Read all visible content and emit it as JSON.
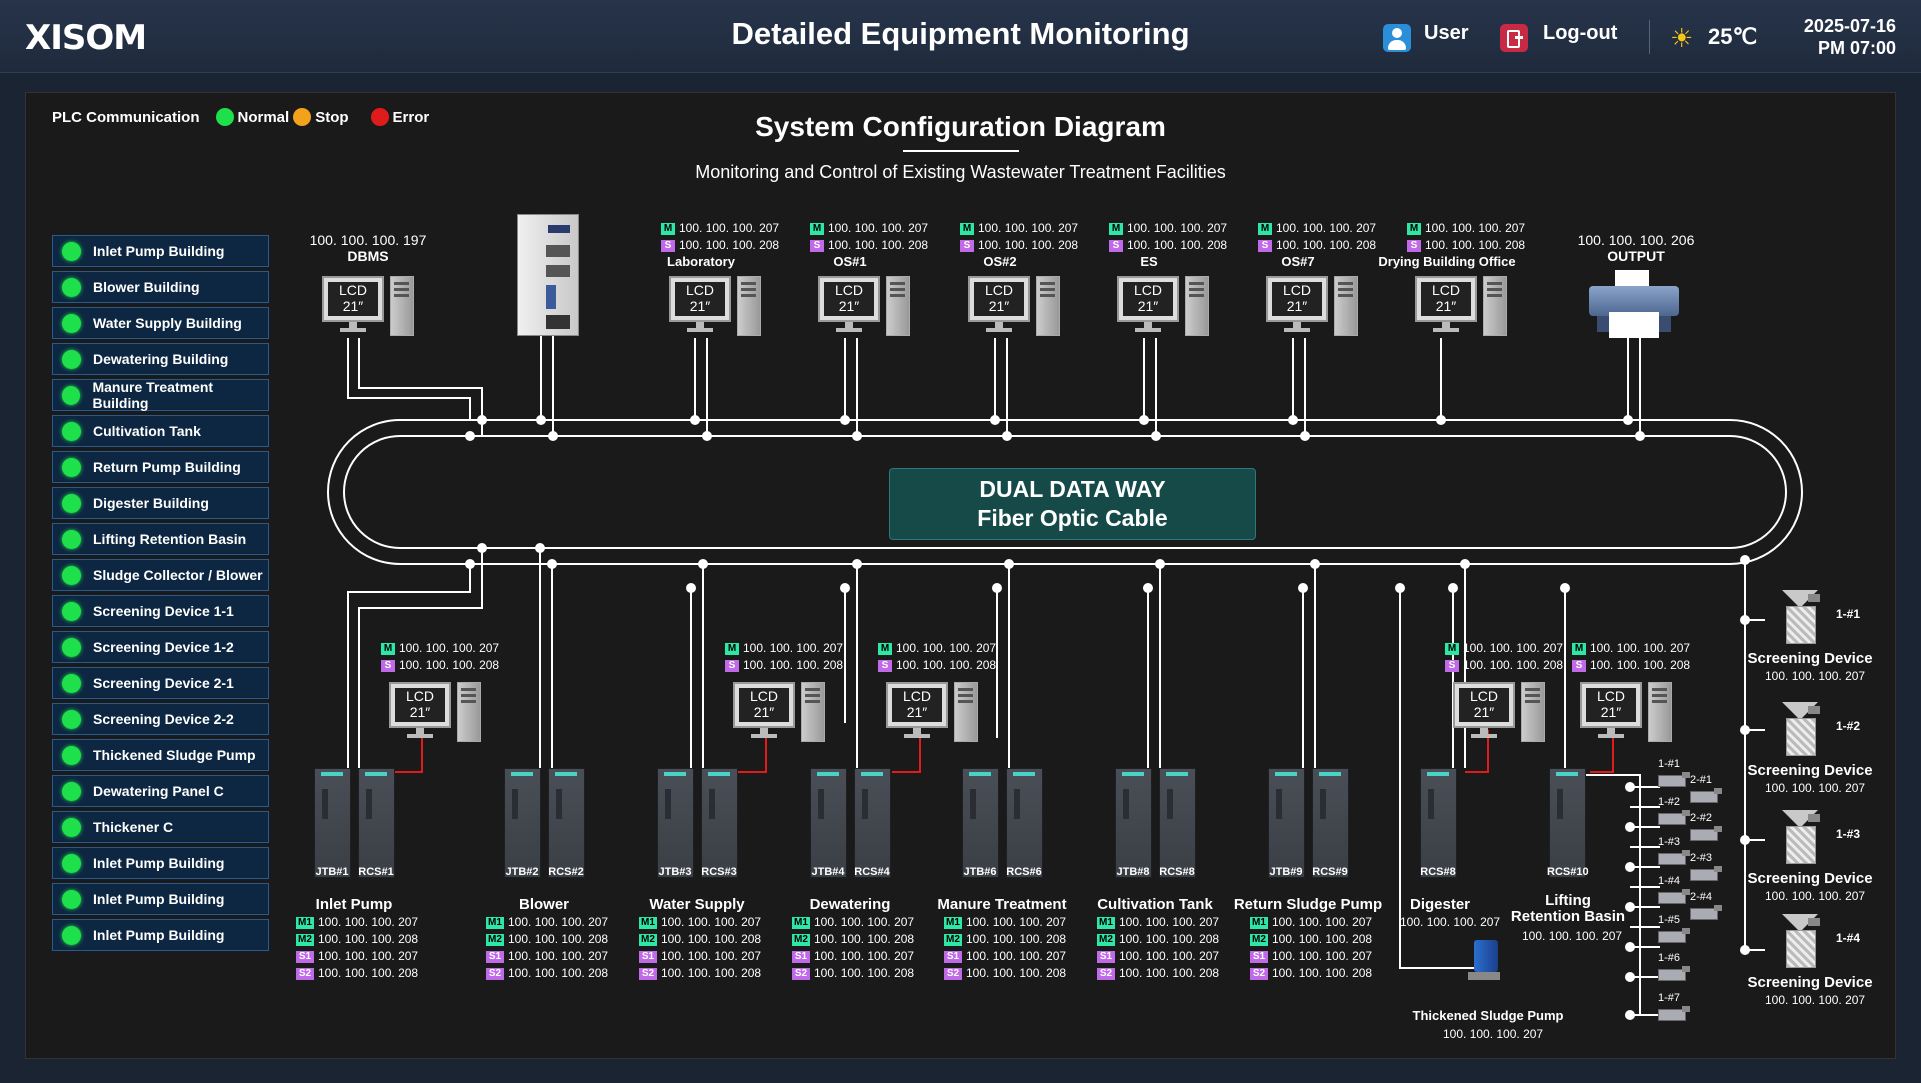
{
  "header": {
    "logo": "XISOM",
    "title": "Detailed Equipment Monitoring",
    "user_label": "User",
    "logout_label": "Log-out",
    "temperature": "25℃",
    "date": "2025-07-16",
    "time": "PM 07:00"
  },
  "legend": {
    "title": "PLC Communication",
    "items": [
      {
        "label": "Normal",
        "color": "#1ee04a"
      },
      {
        "label": "Stop",
        "color": "#f2a31b"
      },
      {
        "label": "Error",
        "color": "#e01b1b"
      }
    ]
  },
  "diagram": {
    "title": "System Configuration Diagram",
    "subtitle": "Monitoring and Control of Existing Wastewater Treatment Facilities",
    "backbone_line1": "DUAL DATA WAY",
    "backbone_line2": "Fiber Optic Cable",
    "lcd_text": "LCD",
    "lcd_size": "21″"
  },
  "sidebar": [
    "Inlet Pump Building",
    "Blower Building",
    "Water Supply Building",
    "Dewatering Building",
    "Manure Treatment Building",
    "Cultivation Tank",
    "Return Pump Building",
    "Digester Building",
    "Lifting Retention Basin",
    "Sludge Collector / Blower",
    "Screening Device 1-1",
    "Screening Device 1-2",
    "Screening Device 2-1",
    "Screening Device 2-2",
    "Thickened Sludge Pump",
    "Dewatering Panel C",
    "Thickener C",
    "Inlet Pump Building",
    "Inlet Pump Building",
    "Inlet Pump Building"
  ],
  "top_nodes": {
    "dbms": {
      "ip": "100. 100. 100. 197",
      "name": "DBMS"
    },
    "output": {
      "ip": "100. 100. 100. 206",
      "name": "OUTPUT"
    },
    "stations": [
      {
        "name": "Laboratory",
        "m": "100. 100. 100. 207",
        "s": "100. 100. 100. 208"
      },
      {
        "name": "OS#1",
        "m": "100. 100. 100. 207",
        "s": "100. 100. 100. 208"
      },
      {
        "name": "OS#2",
        "m": "100. 100. 100. 207",
        "s": "100. 100. 100. 208"
      },
      {
        "name": "ES",
        "m": "100. 100. 100. 207",
        "s": "100. 100. 100. 208"
      },
      {
        "name": "OS#7",
        "m": "100. 100. 100. 207",
        "s": "100. 100. 100. 208"
      },
      {
        "name": "Drying Building Office",
        "m": "100. 100. 100. 207",
        "s": "100. 100. 100. 208"
      }
    ]
  },
  "local_monitors": [
    {
      "m": "100. 100. 100. 207",
      "s": "100. 100. 100. 208"
    },
    {
      "m": "100. 100. 100. 207",
      "s": "100. 100. 100. 208"
    },
    {
      "m": "100. 100. 100. 207",
      "s": "100. 100. 100. 208"
    },
    {
      "m": "100. 100. 100. 207",
      "s": "100. 100. 100. 208"
    },
    {
      "m": "100. 100. 100. 207",
      "s": "100. 100. 100. 208"
    }
  ],
  "plc_groups": [
    {
      "name": "Inlet Pump",
      "cab1": "JTB#1",
      "cab2": "RCS#1",
      "m1": "100. 100. 100. 207",
      "m2": "100. 100. 100. 208",
      "s1": "100. 100. 100. 207",
      "s2": "100. 100. 100. 208"
    },
    {
      "name": "Blower",
      "cab1": "JTB#2",
      "cab2": "RCS#2",
      "m1": "100. 100. 100. 207",
      "m2": "100. 100. 100. 208",
      "s1": "100. 100. 100. 207",
      "s2": "100. 100. 100. 208"
    },
    {
      "name": "Water Supply",
      "cab1": "JTB#3",
      "cab2": "RCS#3",
      "m1": "100. 100. 100. 207",
      "m2": "100. 100. 100. 208",
      "s1": "100. 100. 100. 207",
      "s2": "100. 100. 100. 208"
    },
    {
      "name": "Dewatering",
      "cab1": "JTB#4",
      "cab2": "RCS#4",
      "m1": "100. 100. 100. 207",
      "m2": "100. 100. 100. 208",
      "s1": "100. 100. 100. 207",
      "s2": "100. 100. 100. 208"
    },
    {
      "name": "Manure Treatment",
      "cab1": "JTB#6",
      "cab2": "RCS#6",
      "m1": "100. 100. 100. 207",
      "m2": "100. 100. 100. 208",
      "s1": "100. 100. 100. 207",
      "s2": "100. 100. 100. 208"
    },
    {
      "name": "Cultivation Tank",
      "cab1": "JTB#8",
      "cab2": "RCS#8",
      "m1": "100. 100. 100. 207",
      "m2": "100. 100. 100. 208",
      "s1": "100. 100. 100. 207",
      "s2": "100. 100. 100. 208"
    },
    {
      "name": "Return Sludge Pump",
      "cab1": "JTB#9",
      "cab2": "RCS#9",
      "m1": "100. 100. 100. 207",
      "m2": "100. 100. 100. 208",
      "s1": "100. 100. 100. 207",
      "s2": "100. 100. 100. 208"
    }
  ],
  "digester": {
    "name": "Digester",
    "cab": "RCS#8",
    "ip": "100. 100. 100. 207"
  },
  "lifting": {
    "name_line1": "Lifting",
    "name_line2": "Retention Basin",
    "cab": "RCS#10",
    "ip": "100. 100. 100. 207"
  },
  "thickened": {
    "name": "Thickened Sludge Pump",
    "ip": "100. 100. 100. 207"
  },
  "sub_devices": [
    "1-#1",
    "2-#1",
    "1-#2",
    "2-#2",
    "1-#3",
    "2-#3",
    "1-#4",
    "2-#4",
    "1-#5",
    "1-#6",
    "1-#7"
  ],
  "screening_devices": [
    {
      "id": "1-#1",
      "name": "Screening Device",
      "ip": "100. 100. 100. 207"
    },
    {
      "id": "1-#2",
      "name": "Screening Device",
      "ip": "100. 100. 100. 207"
    },
    {
      "id": "1-#3",
      "name": "Screening Device",
      "ip": "100. 100. 100. 207"
    },
    {
      "id": "1-#4",
      "name": "Screening Device",
      "ip": "100. 100. 100. 207"
    }
  ],
  "tags": {
    "m": "M",
    "s": "S",
    "m1": "M1",
    "m2": "M2",
    "s1": "S1",
    "s2": "S2"
  }
}
